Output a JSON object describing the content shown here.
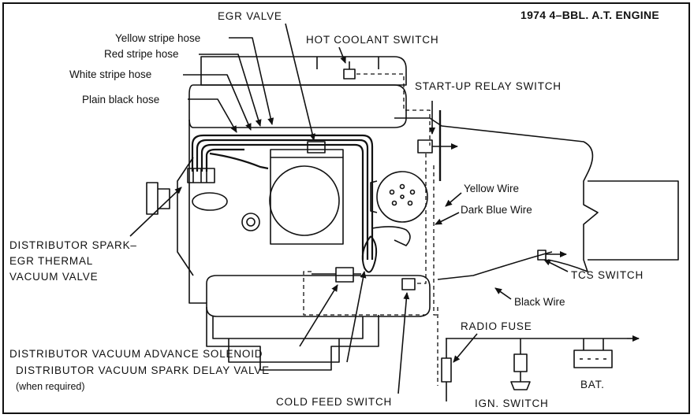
{
  "title": "1974 4–BBL. A.T. ENGINE",
  "labels": {
    "egr_valve": "EGR VALVE",
    "yellow_stripe_hose": "Yellow stripe hose",
    "red_stripe_hose": "Red stripe hose",
    "white_stripe_hose": "White stripe hose",
    "plain_black_hose": "Plain black hose",
    "hot_coolant_switch": "HOT COOLANT SWITCH",
    "start_up_relay_switch": "START-UP RELAY SWITCH",
    "yellow_wire": "Yellow Wire",
    "dark_blue_wire": "Dark Blue Wire",
    "tcs_switch": "TCS SWITCH",
    "black_wire": "Black Wire",
    "radio_fuse": "RADIO FUSE",
    "bat": "BAT.",
    "ign_switch": "IGN. SWITCH",
    "cold_feed_switch": "COLD FEED SWITCH",
    "dist_spark_egr_line1": "DISTRIBUTOR SPARK–",
    "dist_spark_egr_line2": "EGR THERMAL",
    "dist_spark_egr_line3": "VACUUM VALVE",
    "dist_vacuum_advance_solenoid": "DISTRIBUTOR VACUUM ADVANCE SOLENOID",
    "dist_vacuum_spark_delay_valve": "DISTRIBUTOR VACUUM SPARK DELAY VALVE",
    "when_required": "(when required)"
  }
}
